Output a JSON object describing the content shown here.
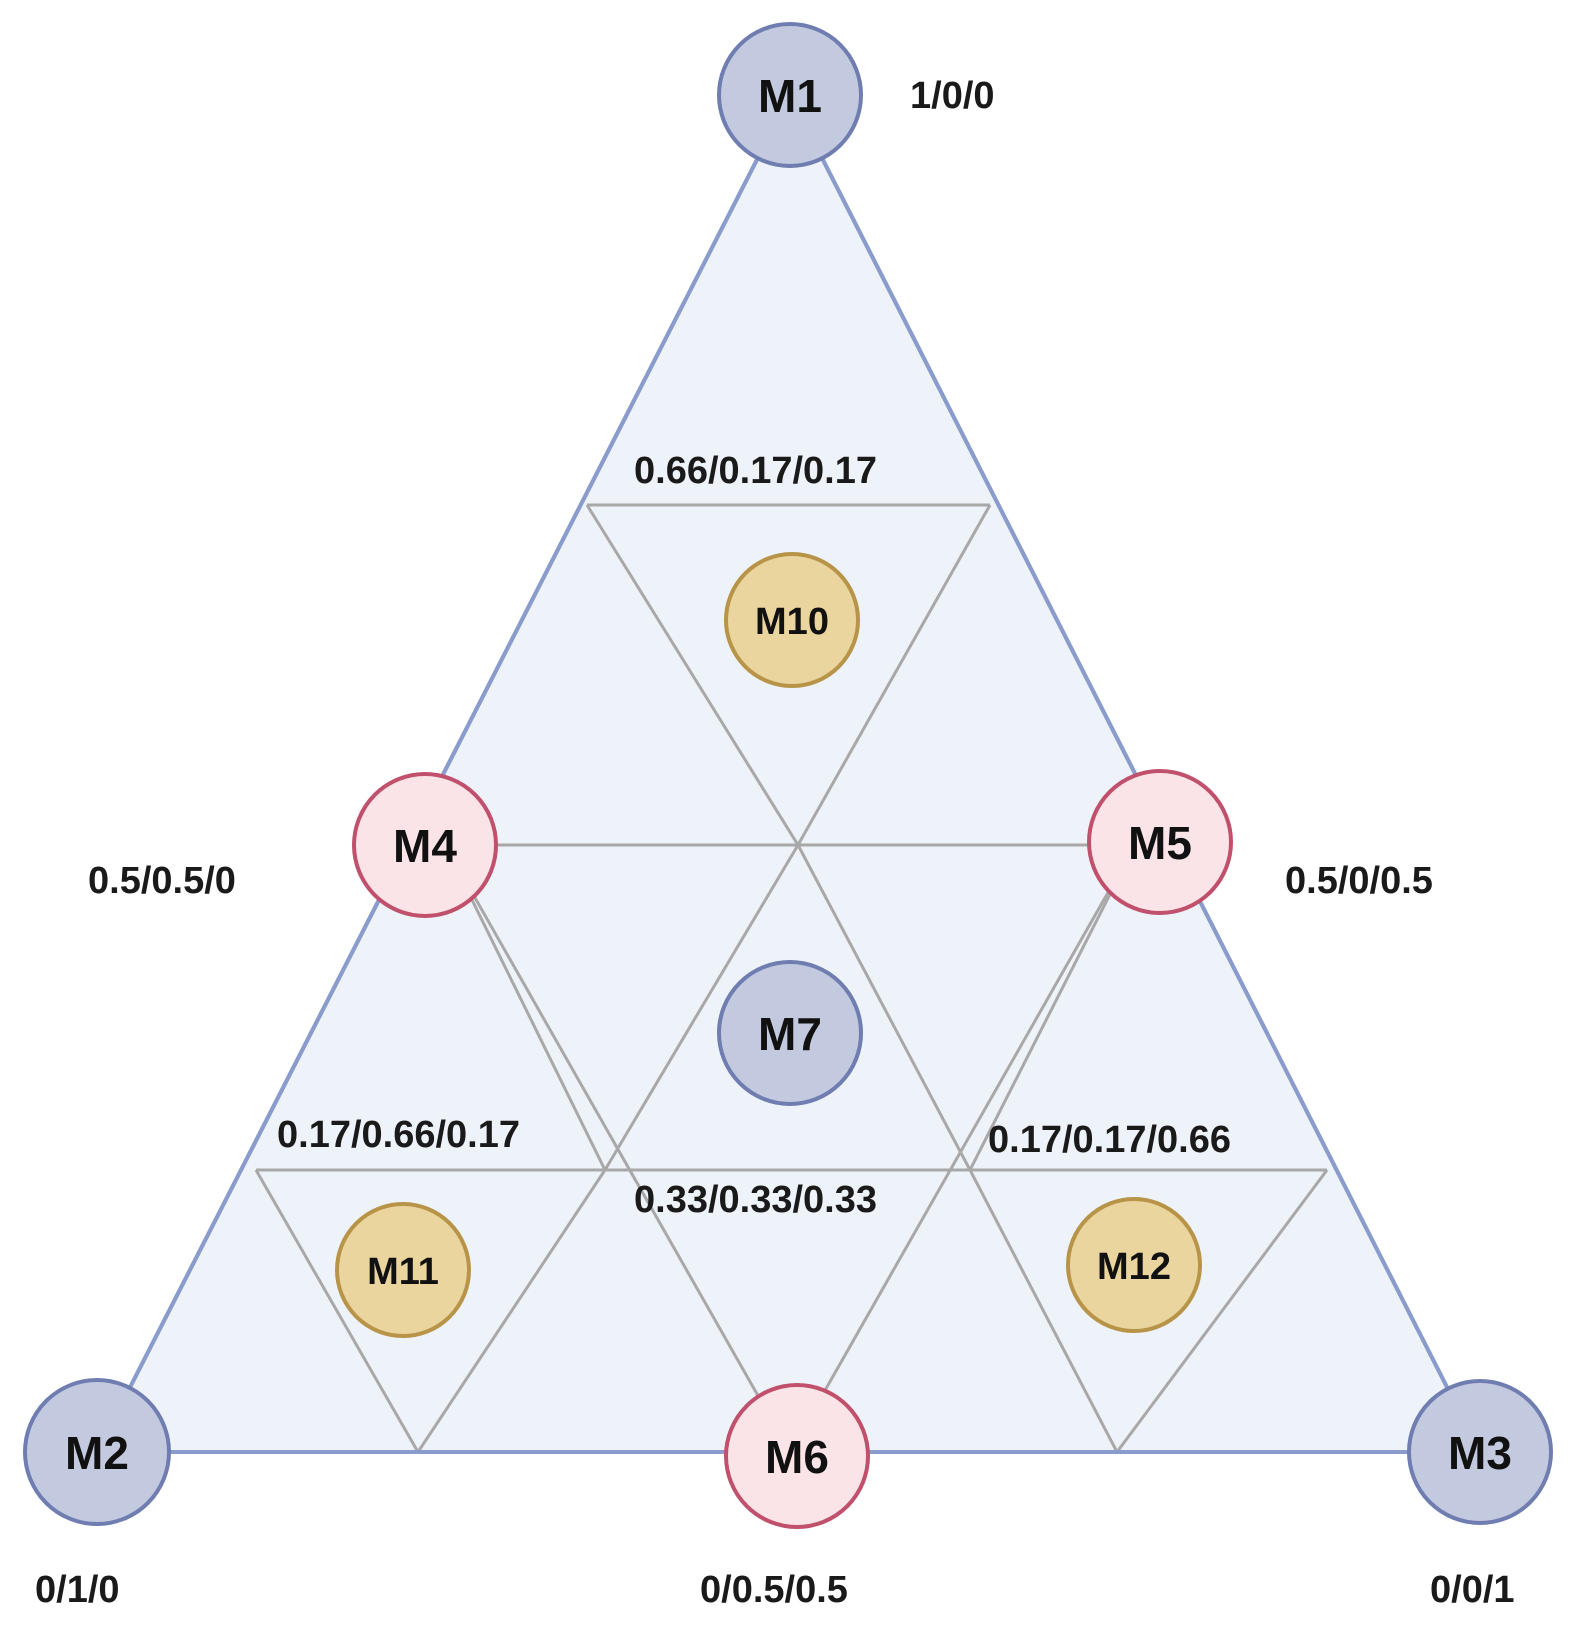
{
  "diagram": {
    "colors": {
      "triangle_fill": "#eef2f9",
      "outer_edge": "#8a9ccc",
      "inner_lines": "#a8a8a8",
      "vertex_node_fill": "#c3c9de",
      "vertex_node_stroke": "#6f7db1",
      "midpoint_node_fill": "#fbe4e8",
      "midpoint_node_stroke": "#c0506c",
      "interior_node_fill": "#ebd59e",
      "interior_node_stroke": "#b89448"
    },
    "nodes": {
      "m1": {
        "label": "M1",
        "kind": "vertex"
      },
      "m2": {
        "label": "M2",
        "kind": "vertex"
      },
      "m3": {
        "label": "M3",
        "kind": "vertex"
      },
      "m4": {
        "label": "M4",
        "kind": "midpoint"
      },
      "m5": {
        "label": "M5",
        "kind": "midpoint"
      },
      "m6": {
        "label": "M6",
        "kind": "midpoint"
      },
      "m7": {
        "label": "M7",
        "kind": "vertex"
      },
      "m10": {
        "label": "M10",
        "kind": "interior"
      },
      "m11": {
        "label": "M11",
        "kind": "interior"
      },
      "m12": {
        "label": "M12",
        "kind": "interior"
      }
    },
    "coordinates": {
      "m1": "1/0/0",
      "m2": "0/1/0",
      "m3": "0/0/1",
      "m4": "0.5/0.5/0",
      "m5": "0.5/0/0.5",
      "m6": "0/0.5/0.5",
      "m7": "0.33/0.33/0.33",
      "m10": "0.66/0.17/0.17",
      "m11": "0.17/0.66/0.17",
      "m12": "0.17/0.17/0.66"
    }
  }
}
